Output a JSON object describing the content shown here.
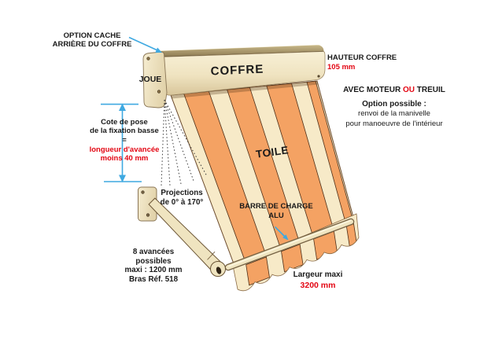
{
  "colors": {
    "accent_blue": "#3FA9E1",
    "accent_red": "#E30613",
    "text_black": "#1A1A1A",
    "fabric_orange": "#F4A263",
    "fabric_cream": "#F7EAC8",
    "stripe_outline": "#4F2F18",
    "frame_cream": "#EFE4C0"
  },
  "labels": {
    "option_cache": {
      "line1": "OPTION CACHE",
      "line2": "ARRIÈRE DU COFFRE"
    },
    "joue": "JOUE",
    "coffre": "COFFRE",
    "toile": "TOILE",
    "hauteur_coffre": {
      "title": "HAUTEUR COFFRE",
      "value": "105 mm"
    },
    "moteur": {
      "part1": "AVEC MOTEUR ",
      "part2": "OU",
      "part3": " TREUIL"
    },
    "option_possible": {
      "title": "Option possible :",
      "line1": "renvoi de la manivelle",
      "line2": "pour manoeuvre de l'intérieur"
    },
    "cote_pose": {
      "line1": "Cote de pose",
      "line2": "de la fixation basse",
      "equals": "=",
      "line3": "longueur d'avancée",
      "line4": "moins 40 mm"
    },
    "projections": {
      "line1": "Projections",
      "line2": "de 0° à 170°"
    },
    "barre_charge": {
      "line1": "BARRE DE CHARGE",
      "line2": "ALU"
    },
    "avancees": {
      "line1": "8 avancées",
      "line2": "possibles",
      "line3": "maxi : 1200 mm",
      "line4": "Bras Réf. 518"
    },
    "largeur": {
      "title": "Largeur maxi",
      "value": "3200 mm"
    }
  }
}
